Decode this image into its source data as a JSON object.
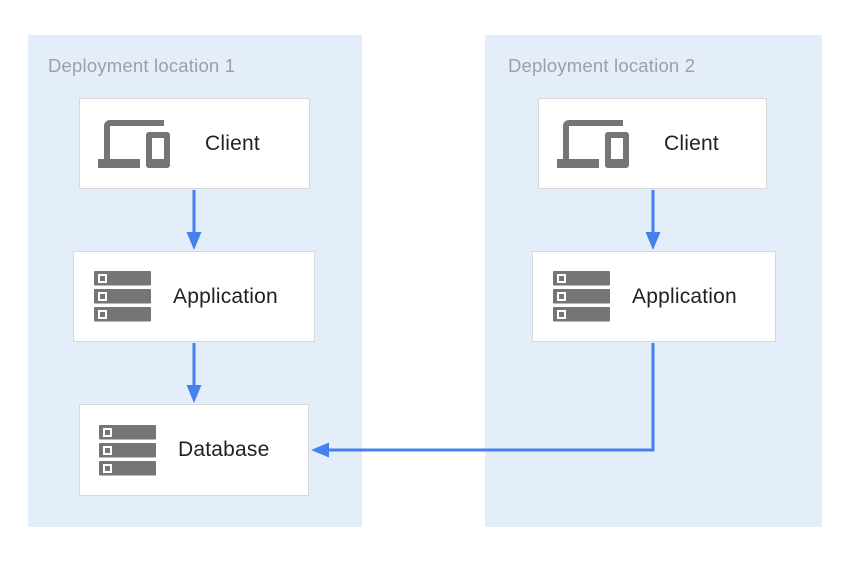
{
  "diagram": {
    "panels": [
      {
        "id": "deployment-location-1",
        "title": "Deployment location 1"
      },
      {
        "id": "deployment-location-2",
        "title": "Deployment location 2"
      }
    ],
    "nodes": {
      "client1": {
        "label": "Client",
        "icon": "devices-icon",
        "panel": "deployment-location-1"
      },
      "app1": {
        "label": "Application",
        "icon": "server-stack-icon",
        "panel": "deployment-location-1"
      },
      "db1": {
        "label": "Database",
        "icon": "server-stack-icon",
        "panel": "deployment-location-1"
      },
      "client2": {
        "label": "Client",
        "icon": "devices-icon",
        "panel": "deployment-location-2"
      },
      "app2": {
        "label": "Application",
        "icon": "server-stack-icon",
        "panel": "deployment-location-2"
      }
    },
    "edges": [
      {
        "from": "client1",
        "to": "app1"
      },
      {
        "from": "app1",
        "to": "db1"
      },
      {
        "from": "client2",
        "to": "app2"
      },
      {
        "from": "app2",
        "to": "db1"
      }
    ],
    "colors": {
      "panel_bg": "#e4eefa",
      "panel_title": "#9aa0a6",
      "node_border": "#d8d8d8",
      "node_bg": "#ffffff",
      "label": "#212121",
      "icon": "#757575",
      "arrow": "#4480ee"
    }
  }
}
